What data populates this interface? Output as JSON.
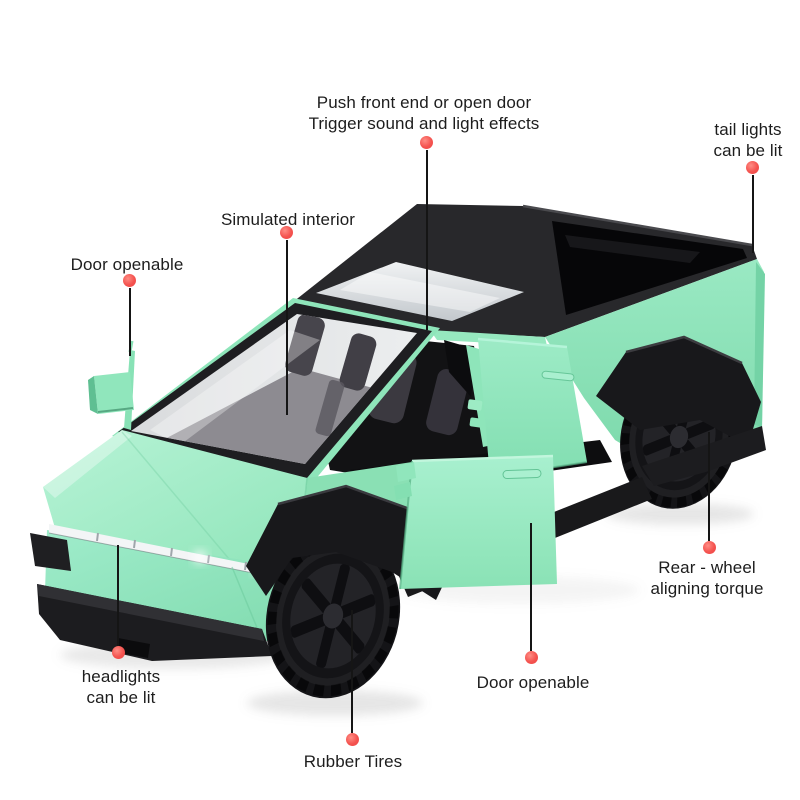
{
  "page": {
    "background_color": "#ffffff",
    "description": "Annotated product diagram of a mint green Cybertruck-style diecast toy pickup with open doors, open bed, black angular fenders and black wheels, shown in front-left three-quarter view with eight feature callouts"
  },
  "style": {
    "accent_dot_color": "#f4534f",
    "leader_line_color": "#151515",
    "label_text_color": "#1d1d1d",
    "truck_body_color": "#8de4b8",
    "truck_dark_color": "#1c1c1f"
  },
  "annotations": {
    "push_front": {
      "line1": "Push front end or open door",
      "line2": "Trigger sound and light effects"
    },
    "tail_lights": {
      "line1": "tail lights",
      "line2": "can be lit"
    },
    "simulated_interior": {
      "line1": "Simulated interior"
    },
    "door_openable_left": {
      "line1": "Door openable"
    },
    "rear_wheel_torque": {
      "line1": "Rear - wheel",
      "line2": "aligning torque"
    },
    "headlights": {
      "line1": "headlights",
      "line2": "can be lit"
    },
    "door_openable_bottom": {
      "line1": "Door openable"
    },
    "rubber_tires": {
      "line1": "Rubber Tires"
    }
  }
}
